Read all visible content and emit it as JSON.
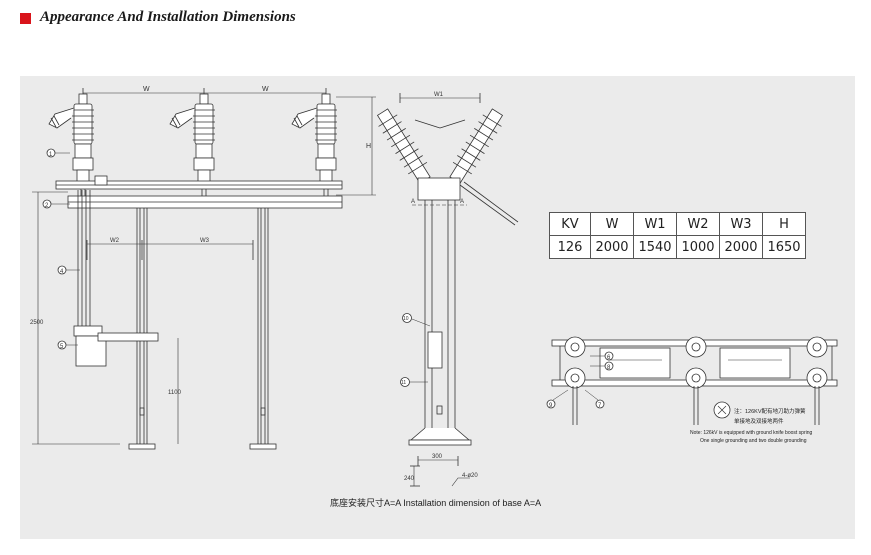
{
  "header": {
    "title": "Appearance And Installation Dimensions",
    "accent_color": "#d9141b"
  },
  "panel_color": "#ebebeb",
  "drawing": {
    "front_view": {
      "dim_top_w_left": "W",
      "dim_top_w_right": "W",
      "dim_h": "H",
      "dim_w2": "W2",
      "dim_w3": "W3",
      "dim_2500": "2500",
      "dim_1100": "1100",
      "callouts": [
        "1",
        "2",
        "4",
        "5"
      ]
    },
    "side_view": {
      "dim_w1": "W1",
      "section_a_left": "A",
      "section_a_right": "A",
      "callouts": [
        "10",
        "11"
      ]
    },
    "base_detail": {
      "dim_300": "300",
      "dim_240": "240",
      "holes": "4-ø20",
      "caption": "底座安装尺寸A=A  Installation dimension of base A=A"
    },
    "plan_view": {
      "callouts": [
        "6",
        "8",
        "9",
        "7"
      ],
      "note_cn_1": "注：126KV配有地刀助力弹簧",
      "note_cn_2": "单接地及双接地两件",
      "note_en_1": "Note: 126kV is equipped with ground knife boost spring",
      "note_en_2": "One single grounding and two double grounding"
    }
  },
  "spec_table": {
    "headers": [
      "KV",
      "W",
      "W1",
      "W2",
      "W3",
      "H"
    ],
    "values": [
      "126",
      "2000",
      "1540",
      "1000",
      "2000",
      "1650"
    ]
  }
}
